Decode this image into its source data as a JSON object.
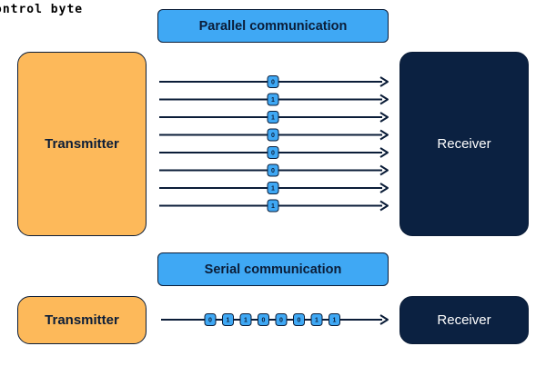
{
  "logo": {
    "text": "ontrol byte"
  },
  "parallel": {
    "title": "Parallel communication",
    "transmitter_label": "Transmitter",
    "receiver_label": "Receiver",
    "bits": [
      "0",
      "1",
      "1",
      "0",
      "0",
      "0",
      "1",
      "1"
    ]
  },
  "serial": {
    "title": "Serial communication",
    "transmitter_label": "Transmitter",
    "receiver_label": "Receiver",
    "bits": [
      "0",
      "1",
      "1",
      "0",
      "0",
      "0",
      "1",
      "1"
    ]
  },
  "colors": {
    "bit_fill": "#3fa8f4",
    "stroke": "#0b1d38",
    "transmitter": "#fdb95a",
    "receiver": "#0b2141",
    "banner": "#3fa8f4"
  }
}
